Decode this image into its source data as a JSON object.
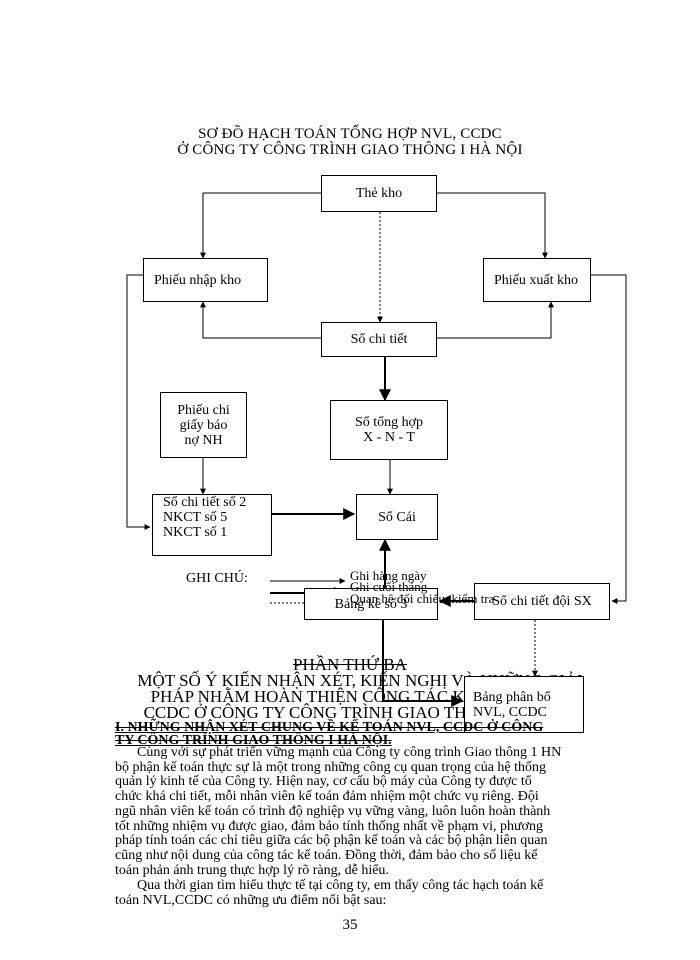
{
  "diagram": {
    "title_line1": "SƠ ĐỒ HẠCH TOÁN TỔNG HỢP NVL, CCDC",
    "title_line2": "Ở CÔNG TY CÔNG TRÌNH GIAO THÔNG I HÀ NỘI",
    "boxes": {
      "the_kho": "Thẻ kho",
      "phieu_nhap_kho": "Phiếu nhập kho",
      "phieu_xuat_kho": "Phiếu xuất kho",
      "so_chi_tiet": "Sổ chi tiết",
      "phieu_chi": [
        "Phiếu chi",
        "giấy báo",
        "nợ NH"
      ],
      "so_tong_hop": [
        "Sổ tổng hợp",
        "X - N - T"
      ],
      "so_chi_tiet_so_2": [
        "Sổ chi tiết số 2",
        "NKCT số 5",
        "NKCT số 1"
      ],
      "so_cai": "Sổ Cái",
      "bang_ke_so_3": "Bảng kê số 3",
      "so_chi_tiet_doi_sx": "Sổ chi tiết đội SX",
      "bang_phan_bo": [
        "Bảng phân bổ",
        "NVL, CCDC"
      ]
    },
    "legend": {
      "label": "GHI CHÚ:",
      "items": [
        "Ghi hàng ngày",
        "Ghi cuối tháng",
        "Quan hệ đối chiếu, kiểm tra"
      ]
    }
  },
  "part": {
    "title": "PHẦN THỨ BA",
    "subtitle_lines": [
      "MỘT SỐ Ý KIẾN NHẬN XÉT, KIẾN NGHỊ VÀ NHỮNG GIẢI",
      "PHÁP NHẰM HOÀN THIỆN CÔNG TÁC KẾ TOÁN NVL,",
      "CCDC Ở CÔNG TY CÔNG TRÌNH GIAO THÔNG I HÀ NỘI"
    ]
  },
  "section": {
    "heading_lines": [
      "I. NHỮNG NHẬN XÉT CHUNG VỀ KẾ TOÁN NVL, CCDC Ở CÔNG",
      "TY CÔNG TRÌNH GIAO THÔNG I HÀ NỘI."
    ],
    "paragraph1": [
      "Cùng với sự phát triển vững mạnh của Công ty công trình Giao thông 1 HN",
      "bộ phận kế toán thực sự là một trong những công cụ quan trọng của hệ thống",
      "quản lý kinh tế của Công ty. Hiện nay, cơ cấu bộ máy của Công ty được tổ",
      "chức khá chi tiết, mỗi nhân viên kế toán đảm nhiệm một chức vụ riêng. Đội",
      "ngũ nhân viên kế toán có trình độ nghiệp vụ vững vàng, luôn luôn hoàn thành",
      "tốt những nhiệm vụ được giao, đảm bảo tính thống nhất về phạm vi, phương",
      "pháp tính toán các chỉ tiêu giữa các bộ phận kế toán và các bộ phận liên quan",
      "cũng như nội dung của công tác kế toán. Đồng thời, đảm bảo cho số liệu kế",
      "toán phản ánh trung thực hợp lý rõ ràng, dễ hiểu."
    ],
    "paragraph2": [
      "Qua thời gian tìm hiểu thực tế tại công ty, em thấy công tác hạch toán kế",
      "toán NVL,CCDC có những ưu điểm nổi bật sau:"
    ]
  },
  "page_number": "35"
}
